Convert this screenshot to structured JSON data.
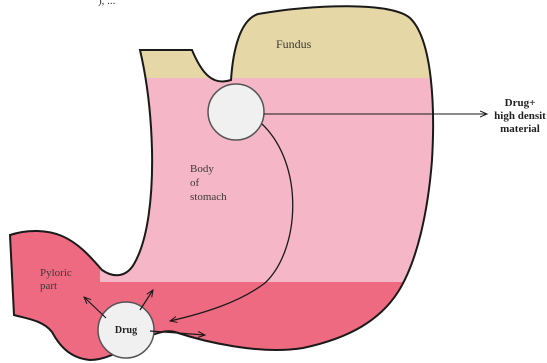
{
  "top_caption": "), ...",
  "labels": {
    "fundus": "Fundus",
    "body_line1": "Body",
    "body_line2": "of",
    "body_line3": "stomach",
    "pyloric_line1": "Pyloric",
    "pyloric_line2": "part",
    "drug": "Drug",
    "material_line1": "Drug+",
    "material_line2": "high densit",
    "material_line3": "material"
  },
  "colors": {
    "fundus": "#E6D8A6",
    "body": "#F5B6C8",
    "pyloric": "#EE6A80",
    "outline": "#1a1a1a",
    "pellet": "#F0F0F0"
  }
}
